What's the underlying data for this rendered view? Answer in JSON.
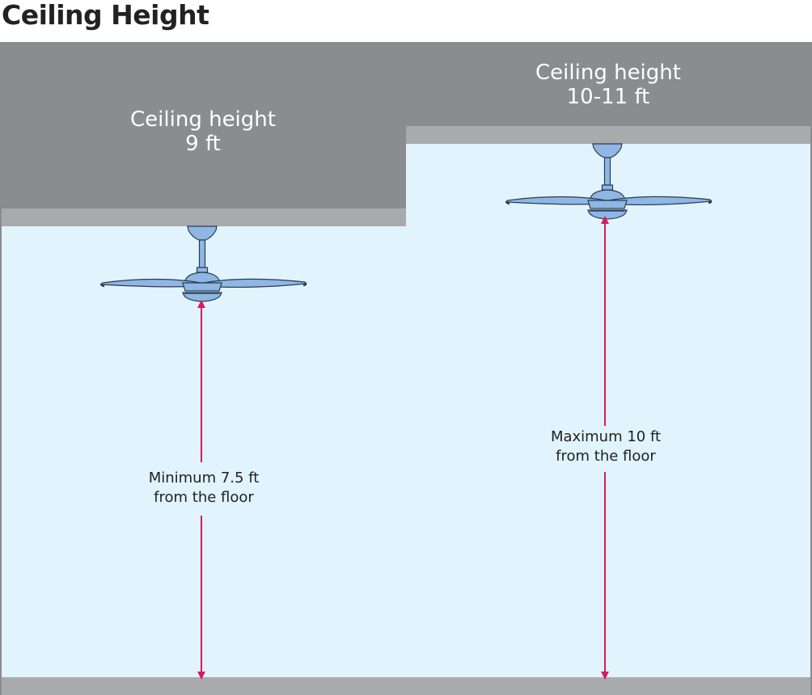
{
  "title": "Ceiling Height",
  "rooms": [
    {
      "ceiling_label_line1": "Ceiling height",
      "ceiling_label_line2": "9 ft",
      "measure_label_line1": "Minimum 7.5 ft",
      "measure_label_line2": "from the floor"
    },
    {
      "ceiling_label_line1": "Ceiling height",
      "ceiling_label_line2": "10-11 ft",
      "measure_label_line1": "Maximum 10 ft",
      "measure_label_line2": "from the floor"
    }
  ],
  "colors": {
    "ceiling_dark": "#8b8c8f",
    "ceiling_trim": "#a9aaad",
    "wall": "#e1f3fc",
    "floor": "#a9aaad",
    "fan_fill": "#8fb6e4",
    "fan_stroke": "#2a3c52",
    "arrow": "#d61c5a",
    "border": "#8b8c8f"
  }
}
